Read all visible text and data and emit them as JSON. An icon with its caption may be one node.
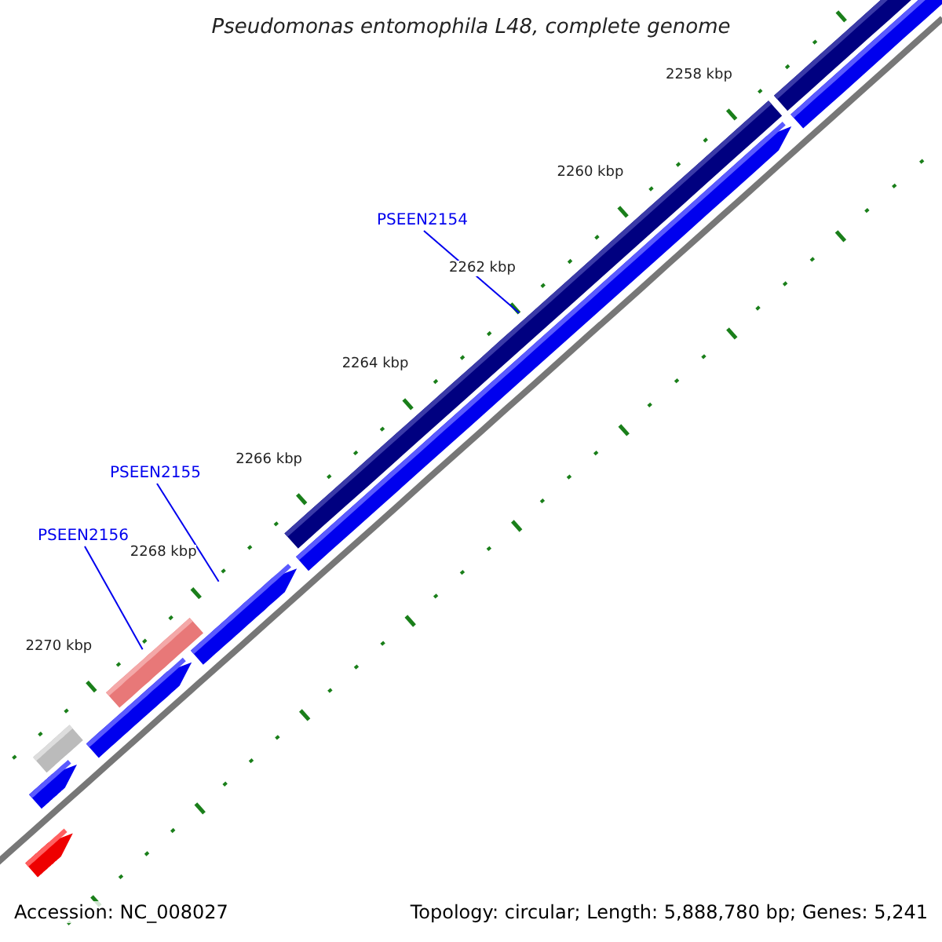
{
  "diagram": {
    "title": "Pseudomonas entomophila L48, complete genome",
    "nodes": [
      {
        "text": [
          "PSEEN2154"
        ]
      },
      {
        "text": [
          "PSEEN2155"
        ]
      },
      {
        "text": [
          "PSEEN2156"
        ]
      },
      {
        "text": [],
        "shape": "bar"
      },
      {
        "text": [],
        "shape": "bar"
      },
      {
        "text": [],
        "shape": "bar"
      }
    ],
    "edges": [
      {
        "from": 0,
        "to": 3,
        "arrow": "none"
      },
      {
        "from": 1,
        "to": 4,
        "arrow": "none"
      },
      {
        "from": 2,
        "to": 5,
        "arrow": "none"
      }
    ],
    "labels": [
      "2258 kbp",
      "2260 kbp",
      "2262 kbp",
      "2264 kbp",
      "2266 kbp",
      "2268 kbp",
      "2270 kbp",
      "Accession: NC_008027",
      "Topology: circular; Length: 5,888,780 bp; Genes: 5,241"
    ]
  }
}
